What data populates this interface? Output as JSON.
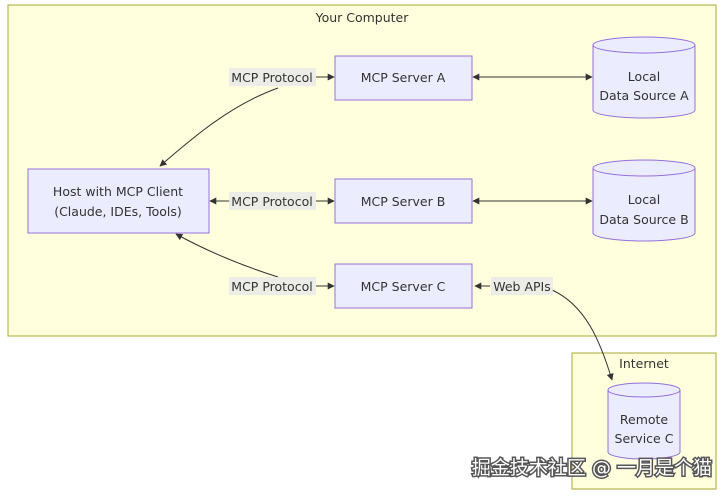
{
  "clusters": {
    "computer": "Your Computer",
    "internet": "Internet"
  },
  "nodes": {
    "host_line1": "Host with MCP Client",
    "host_line2": "(Claude, IDEs, Tools)",
    "server_a": "MCP Server A",
    "server_b": "MCP Server B",
    "server_c": "MCP Server C",
    "source_a_line1": "Local",
    "source_a_line2": "Data Source A",
    "source_b_line1": "Local",
    "source_b_line2": "Data Source B",
    "remote_line1": "Remote",
    "remote_line2": "Service C"
  },
  "edge_labels": {
    "protocol_a": "MCP Protocol",
    "protocol_b": "MCP Protocol",
    "protocol_c": "MCP Protocol",
    "web_apis": "Web APIs"
  },
  "watermark": "掘金技术社区 @ 一月是个猫",
  "colors": {
    "node_fill": "#ECECFF",
    "node_stroke": "#9370DB",
    "cluster_fill": "#FFFFDE",
    "cluster_stroke": "#AAAA33",
    "edge": "#333333"
  }
}
